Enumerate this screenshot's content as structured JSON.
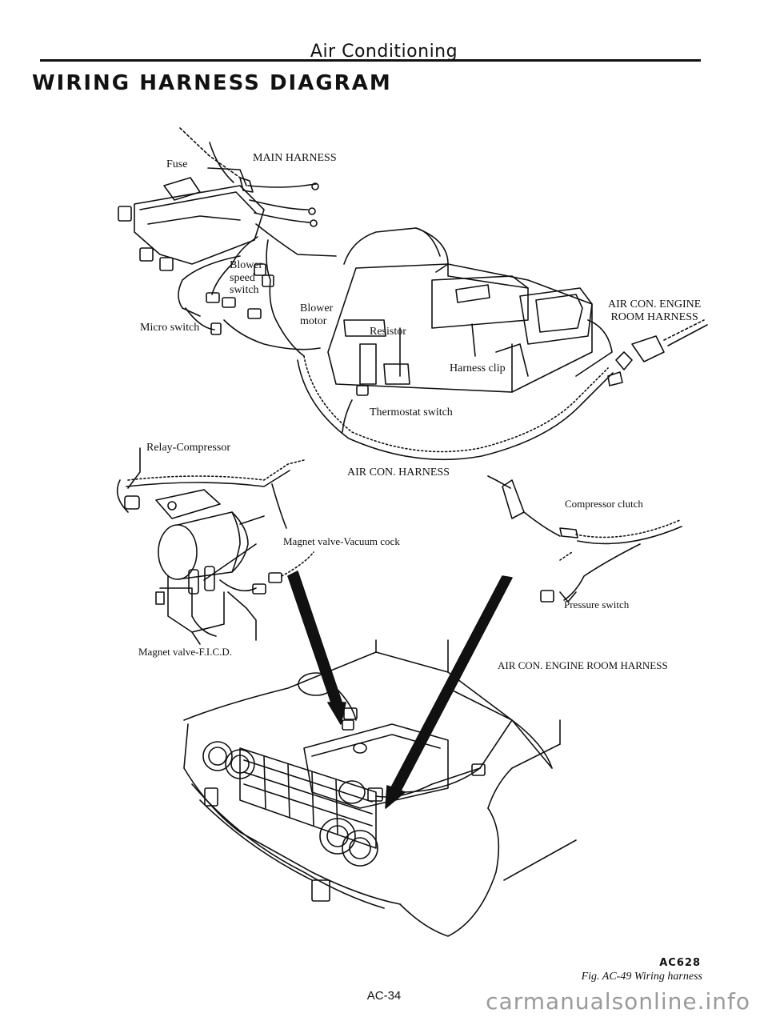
{
  "header": {
    "running_title": "Air Conditioning",
    "section_title": "WIRING HARNESS DIAGRAM"
  },
  "labels": {
    "fuse": "Fuse",
    "main_harness": "MAIN HARNESS",
    "blower_speed_switch": [
      "Blower",
      "speed",
      "switch"
    ],
    "blower_motor": [
      "Blower",
      "motor"
    ],
    "micro_switch": "Micro switch",
    "resistor": "Resistor",
    "harness_clip": "Harness clip",
    "thermostat_switch": "Thermostat switch",
    "air_con_engine_room_harness_top": [
      "AIR CON. ENGINE",
      "ROOM HARNESS"
    ],
    "relay_compressor": "Relay-Compressor",
    "air_con_harness": "AIR CON. HARNESS",
    "compressor_clutch": "Compressor clutch",
    "magnet_valve_vacuum_cock": "Magnet valve-Vacuum cock",
    "pressure_switch": "Pressure switch",
    "magnet_valve_fic": "Magnet valve-F.I.C.D.",
    "air_con_engine_room_harness_bottom": "AIR CON. ENGINE ROOM HARNESS"
  },
  "footer": {
    "page_number": "AC-34",
    "figure_code": "AC628",
    "figure_caption": "Fig. AC-49  Wiring harness"
  },
  "watermark": "carmanualsonline.info"
}
